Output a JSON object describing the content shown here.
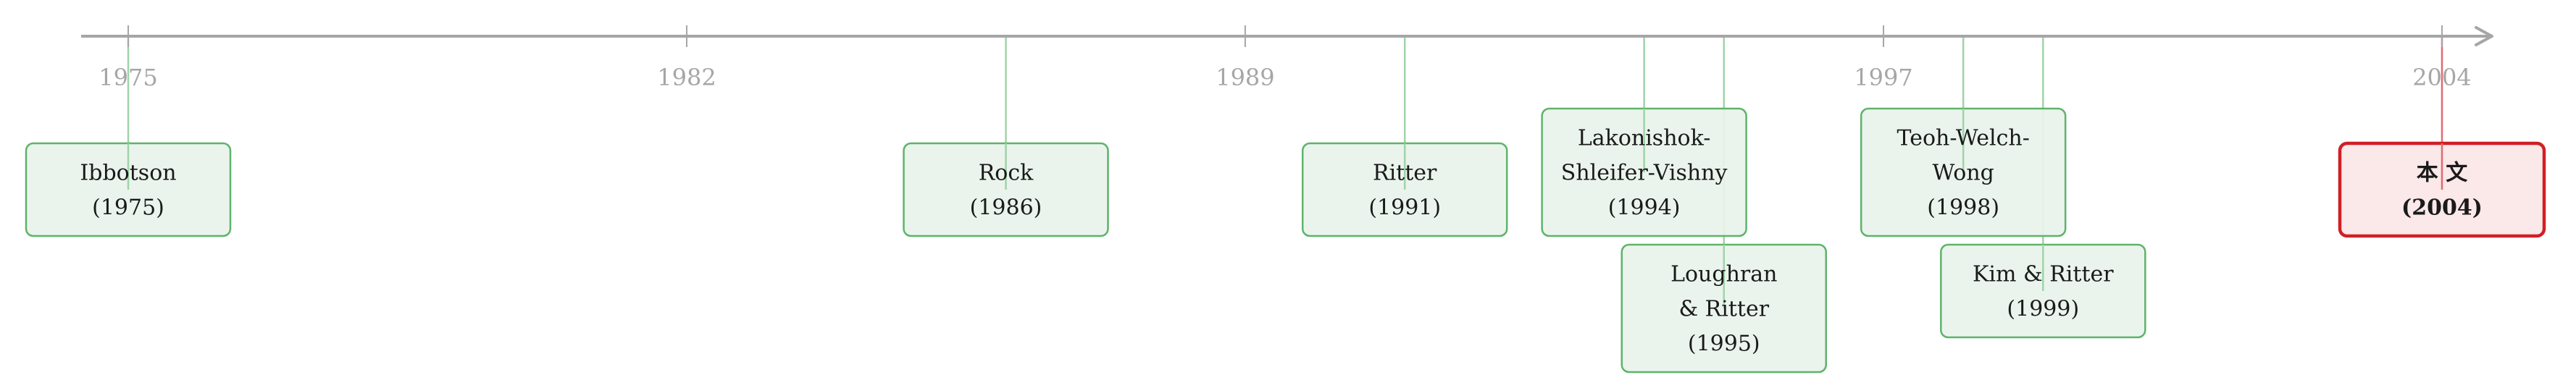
{
  "colors": {
    "axis": "#a6a6a6",
    "box_fill": "#e8f3ea",
    "box_stroke": "#5fb36b",
    "connector": "#9fd4a8",
    "highlight_fill": "#fbe6e7",
    "highlight_stroke": "#d11f26",
    "highlight_connector": "#e06b70",
    "text": "#1a1a1a"
  },
  "timeline": {
    "ticks": [
      "1975",
      "1982",
      "1989",
      "1997",
      "2004"
    ],
    "events": [
      {
        "id": "ibbotson",
        "lines": [
          "Ibbotson",
          "(1975)"
        ],
        "year": 1975.0,
        "tier": 0,
        "highlight": false
      },
      {
        "id": "rock",
        "lines": [
          "Rock",
          "(1986)"
        ],
        "year": 1986.0,
        "tier": 0,
        "highlight": false
      },
      {
        "id": "ritter",
        "lines": [
          "Ritter",
          "(1991)"
        ],
        "year": 1991.0,
        "tier": 0,
        "highlight": false
      },
      {
        "id": "lakonishok",
        "lines": [
          "Lakonishok-",
          "Shleifer-Vishny",
          "(1994)"
        ],
        "year": 1994.0,
        "tier": 0,
        "highlight": false
      },
      {
        "id": "loughran",
        "lines": [
          "Loughran",
          "& Ritter",
          "(1995)"
        ],
        "year": 1995.0,
        "tier": 1,
        "highlight": false
      },
      {
        "id": "teoh",
        "lines": [
          "Teoh-Welch-",
          "Wong",
          "(1998)"
        ],
        "year": 1998.0,
        "tier": 0,
        "highlight": false
      },
      {
        "id": "kim",
        "lines": [
          "Kim & Ritter",
          "(1999)"
        ],
        "year": 1999.0,
        "tier": 1,
        "highlight": false
      },
      {
        "id": "this-paper",
        "lines": [
          "本 文",
          "(2004)"
        ],
        "year": 2004.0,
        "tier": 0,
        "highlight": true
      }
    ]
  }
}
